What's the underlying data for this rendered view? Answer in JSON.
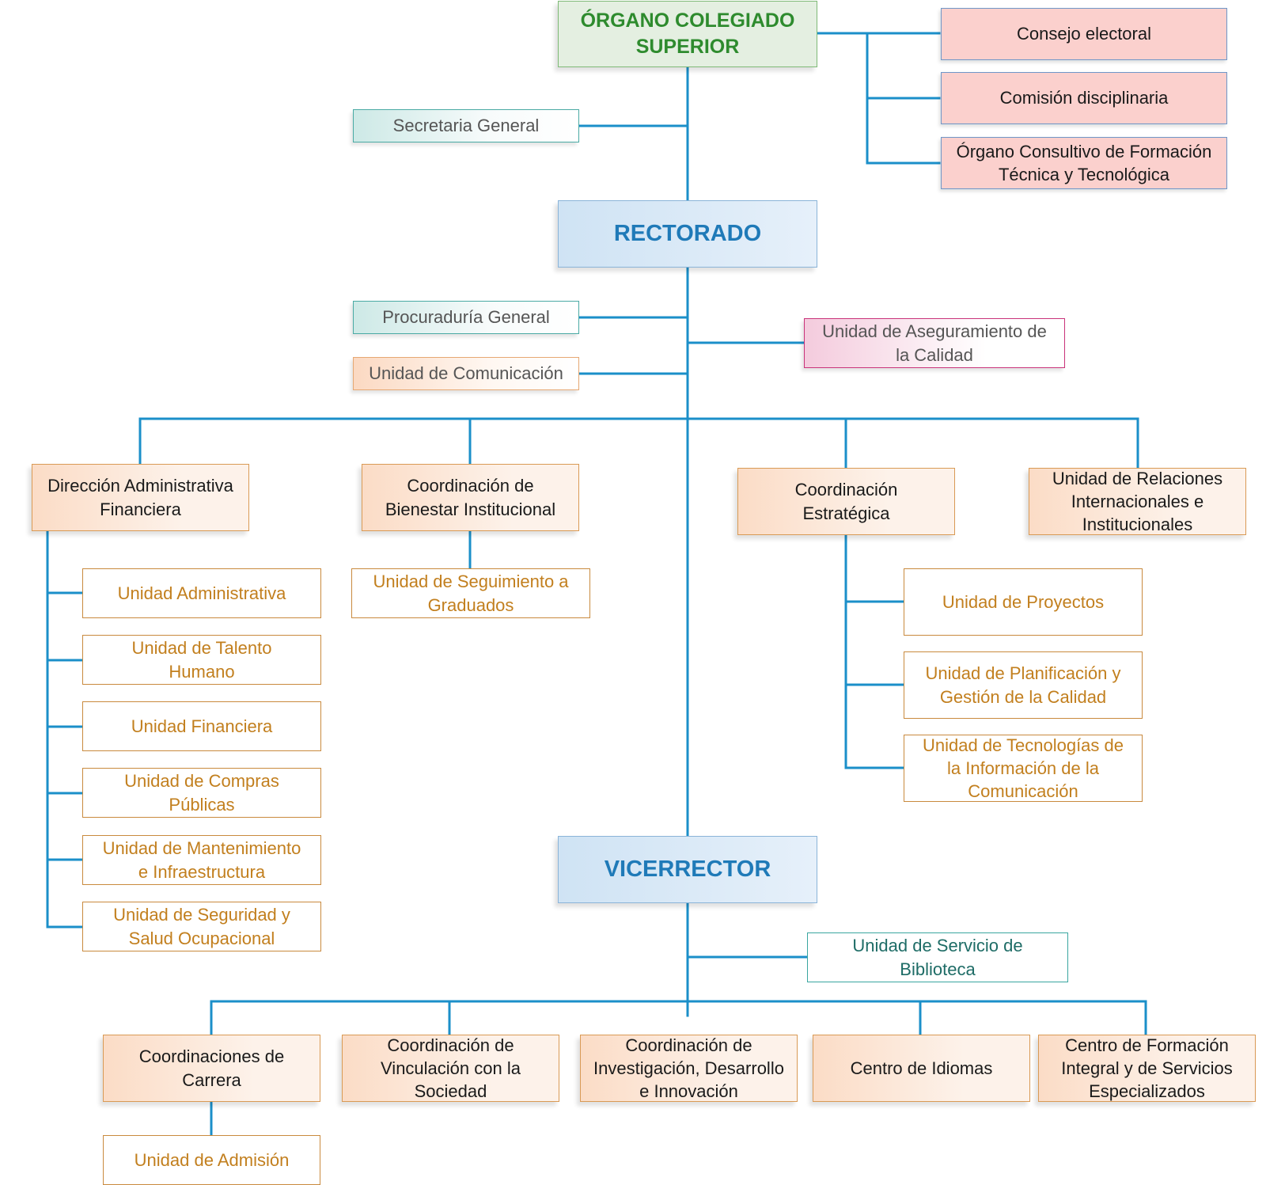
{
  "organo_colegiado": "ÓRGANO COLEGIADO\nSUPERIOR",
  "consejo_electoral": "Consejo electoral",
  "comision_disciplinaria": "Comisión disciplinaria",
  "organo_consultivo": "Órgano Consultivo de Formación\nTécnica y Tecnológica",
  "secretaria_general": "Secretaria General",
  "rectorado": "RECTORADO",
  "procuraduria_general": "Procuraduría General",
  "unidad_comunicacion": "Unidad de Comunicación",
  "unidad_aseguramiento": "Unidad de Aseguramiento de\nla Calidad",
  "direccion_administrativa": {
    "label": "Dirección Administrativa\nFinanciera",
    "units": [
      "Unidad Administrativa",
      "Unidad de Talento\nHumano",
      "Unidad Financiera",
      "Unidad de Compras\nPúblicas",
      "Unidad de Mantenimiento\ne Infraestructura",
      "Unidad de Seguridad y\nSalud Ocupacional"
    ]
  },
  "coordinacion_bienestar": {
    "label": "Coordinación de\nBienestar Institucional",
    "units": [
      "Unidad de Seguimiento a\nGraduados"
    ]
  },
  "coordinacion_estrategica": {
    "label": "Coordinación\nEstratégica",
    "units": [
      "Unidad de Proyectos",
      "Unidad de Planificación y\nGestión de la Calidad",
      "Unidad de Tecnologías de\nla Información de la\nComunicación"
    ]
  },
  "relaciones_internacionales": "Unidad de Relaciones\nInternacionales e\nInstitucionales",
  "vicerrector": "VICERRECTOR",
  "unidad_biblioteca": "Unidad de Servicio de\nBiblioteca",
  "coordinaciones_carrera": {
    "label": "Coordinaciones de\nCarrera",
    "units": [
      "Unidad de Admisión"
    ]
  },
  "coordinacion_vinculacion": "Coordinación de\nVinculación con la\nSociedad",
  "coordinacion_investigacion": "Coordinación de\nInvestigación, Desarrollo\ne Innovación",
  "centro_idiomas": "Centro de Idiomas",
  "centro_formacion": "Centro de Formación\nIntegral y de Servicios\nEspecializados",
  "colors": {
    "connector": "#1b8fc9",
    "top_green": "#2e8b2e",
    "main_blue": "#1f7ab8",
    "unit_orange": "#c27f1e"
  }
}
